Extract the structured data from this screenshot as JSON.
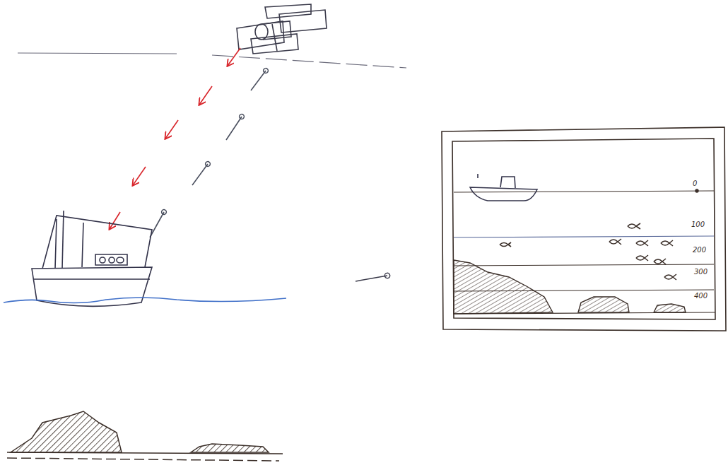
{
  "diagram": {
    "labels": [
      "0",
      "100",
      "200",
      "300",
      "400"
    ]
  }
}
